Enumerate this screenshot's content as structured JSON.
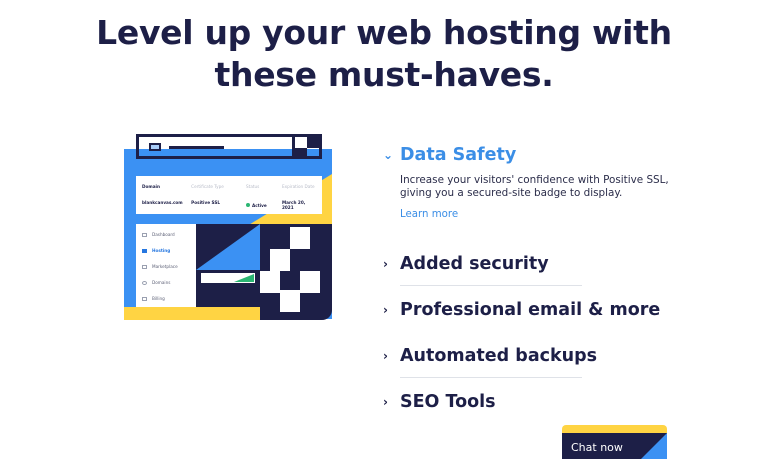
{
  "headline": {
    "line1": "Level up your web hosting with",
    "line2": "these must-haves."
  },
  "illustration": {
    "table": {
      "headers": [
        "Domain",
        "Certificate Type",
        "Status",
        "Expiration Date"
      ],
      "row": [
        "blankcanvas.com",
        "Positive SSL",
        "Active",
        "March 20, 2021"
      ]
    },
    "sidebar": [
      {
        "label": "Dashboard",
        "icon": "grid-icon",
        "active": false
      },
      {
        "label": "Hosting",
        "icon": "server-icon",
        "active": true
      },
      {
        "label": "Marketplace",
        "icon": "store-icon",
        "active": false
      },
      {
        "label": "Domains",
        "icon": "globe-icon",
        "active": false
      },
      {
        "label": "Billing",
        "icon": "card-icon",
        "active": false
      }
    ],
    "colors": {
      "navy": "#1d1f47",
      "blue": "#3b91f3",
      "yellow": "#ffd443",
      "green": "#2bb673"
    }
  },
  "features": {
    "items": [
      {
        "title": "Data Safety",
        "open": true,
        "description": "Increase your visitors' confidence with Positive SSL, giving you a secured-site badge to display.",
        "link": "Learn more"
      },
      {
        "title": "Added security",
        "open": false
      },
      {
        "title": "Professional email & more",
        "open": false
      },
      {
        "title": "Automated backups",
        "open": false
      },
      {
        "title": "SEO Tools",
        "open": false
      }
    ]
  },
  "chat": {
    "label": "Chat now"
  },
  "icons": {
    "chevron_down": "⌄",
    "chevron_right": "›"
  }
}
